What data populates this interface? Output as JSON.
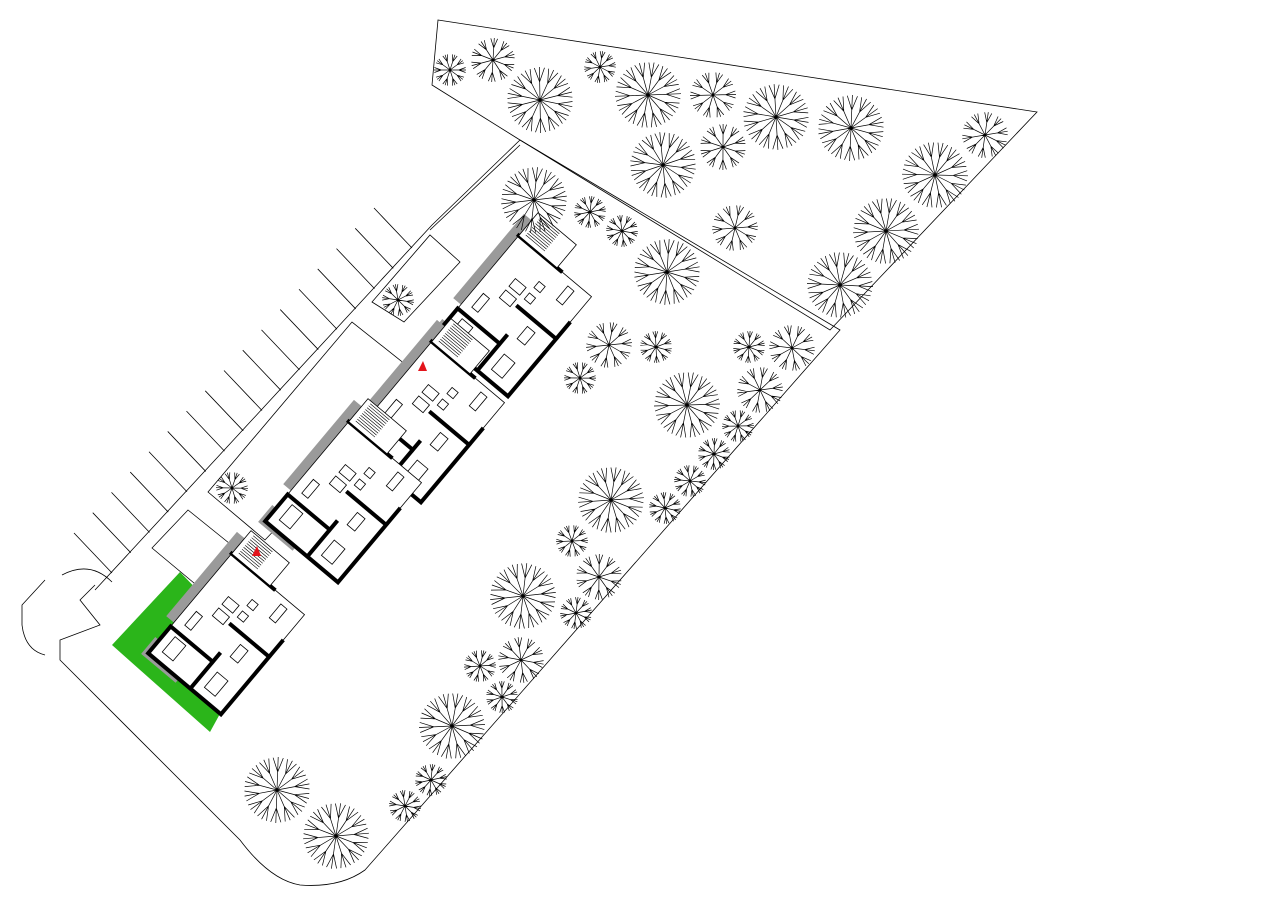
{
  "plan": {
    "type": "site-plan",
    "colors": {
      "lawn": "#2bb51a",
      "terrace": "#9a9a9a",
      "wall": "#000000",
      "entrance_marker": "#e3141b",
      "background": "#ffffff"
    },
    "building_units": 4,
    "entrances": 2,
    "tree_count": 44
  }
}
